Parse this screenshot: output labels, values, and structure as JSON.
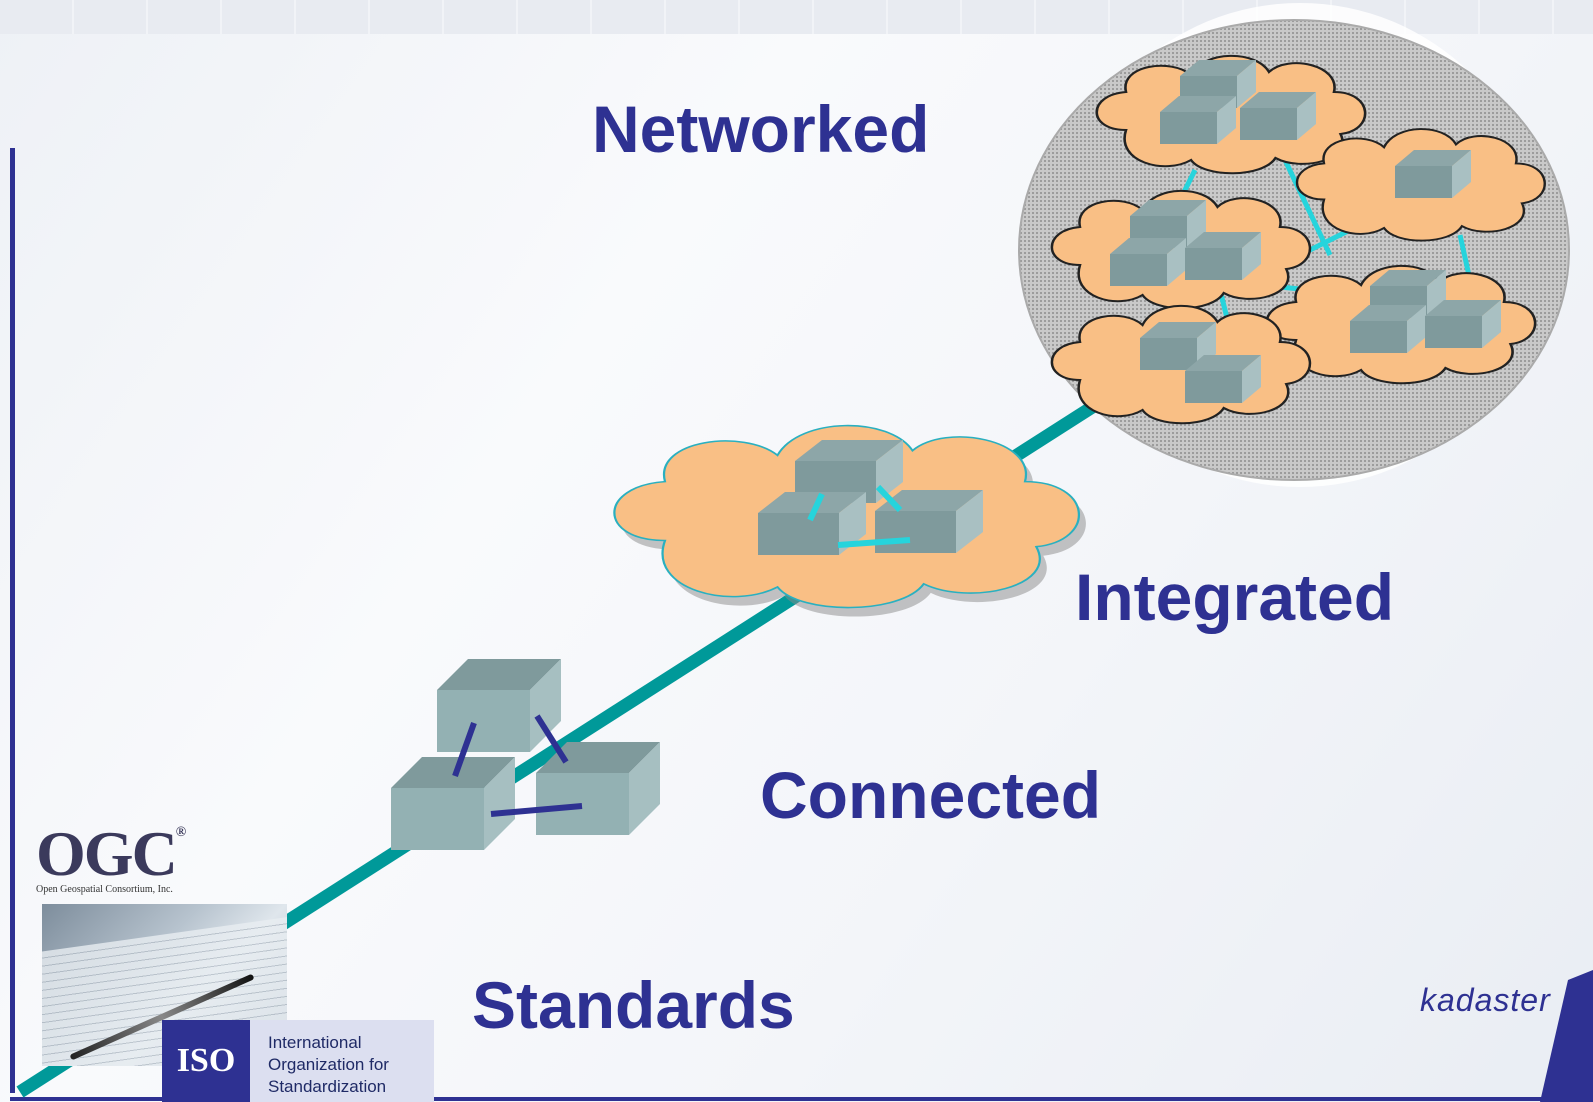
{
  "labels": {
    "networked": "Networked",
    "integrated": "Integrated",
    "connected": "Connected",
    "standards": "Standards"
  },
  "ogc": {
    "title": "OGC",
    "registered": "®",
    "subtitle": "Open Geospatial Consortium, Inc."
  },
  "iso": {
    "logo": "ISO",
    "line1": "International",
    "line2": "Organization for",
    "line3": "Standardization"
  },
  "brand": "kadaster",
  "colors": {
    "label": "#2e3192",
    "trend_line": "#009999",
    "cloud_fill": "#f9bf85",
    "box": "#7f9a9c",
    "link": "#26d4dc"
  }
}
